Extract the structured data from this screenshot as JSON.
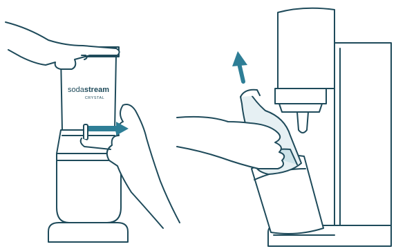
{
  "illustration": {
    "brand": {
      "prefix": "soda",
      "suffix": "stream",
      "model": "CRYSTAL"
    }
  },
  "colors": {
    "line": "#1e4a5a",
    "accent": "#2e7e96",
    "fill_light": "#e6f0f3",
    "background": "#ffffff"
  }
}
